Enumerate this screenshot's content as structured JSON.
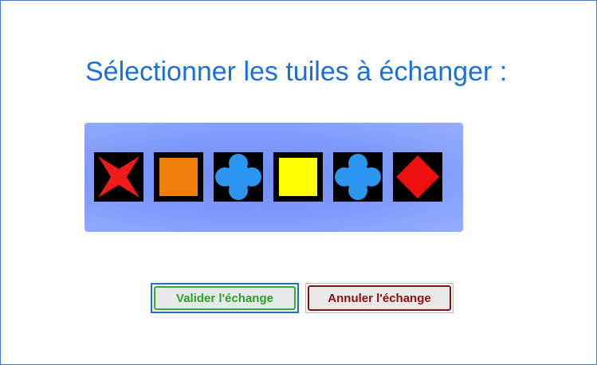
{
  "dialog": {
    "title": "Sélectionner les tuiles à échanger :"
  },
  "tiles": [
    {
      "shape": "star",
      "color": "#ee1c1c"
    },
    {
      "shape": "square",
      "color": "#f07f0c"
    },
    {
      "shape": "clover",
      "color": "#2b95f0"
    },
    {
      "shape": "square",
      "color": "#ffff00"
    },
    {
      "shape": "clover",
      "color": "#2b95f0"
    },
    {
      "shape": "diamond",
      "color": "#ee1010"
    }
  ],
  "buttons": {
    "validate_label": "Valider l'échange",
    "cancel_label": "Annuler l'échange"
  },
  "colors": {
    "title": "#1a6fd8",
    "tray": "#7f9bfb",
    "validate_text": "#2aa02a",
    "cancel_text": "#8a1010"
  }
}
